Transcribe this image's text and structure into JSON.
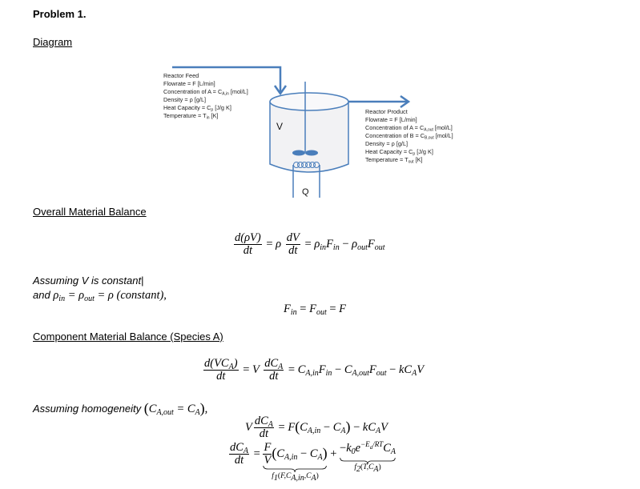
{
  "document": {
    "title": "Problem 1.",
    "sections": {
      "diagram": "Diagram",
      "overall": "Overall Material Balance",
      "component": "Component Material Balance (Species A)"
    }
  },
  "diagram": {
    "feed": {
      "title": "Reactor Feed",
      "lines": [
        "Flowrate = F [L/min]",
        "Concentration of A = C",
        "Density = ρ [g/L]",
        "Heat Capacity = C",
        "Temperature = T"
      ],
      "subs": {
        "conc": "A,in",
        "cp": "p",
        "temp": "in"
      },
      "tails": {
        "conc": " [mol/L]",
        "cp": " [J/g K]",
        "temp": " [K]"
      }
    },
    "product": {
      "title": "Reactor Product",
      "lines": [
        "Flowrate = F [L/min]",
        "Concentration of A = C",
        "Concentration of B = C",
        "Density = ρ [g/L]",
        "Heat Capacity = C",
        "Temperature = T"
      ],
      "subs": {
        "concA": "A,out",
        "concB": "B,out",
        "cp": "p",
        "temp": "out"
      },
      "tails": {
        "conc": " [mol/L]",
        "cp": " [J/g K]",
        "temp": " [K]"
      }
    },
    "vessel_label": "V",
    "heat_label": "Q",
    "accent_color": "#4a7ebb"
  },
  "text": {
    "assume_v_line1": "Assuming V is constant",
    "assume_v_line2_prefix": "and",
    "assume_homog": "Assuming homogeneity",
    "eq_rho_const": "(constant),"
  },
  "labels": {
    "f1": "f₁(F,C_A,in,C_A)",
    "f2": "f₂(T,C_A)"
  }
}
